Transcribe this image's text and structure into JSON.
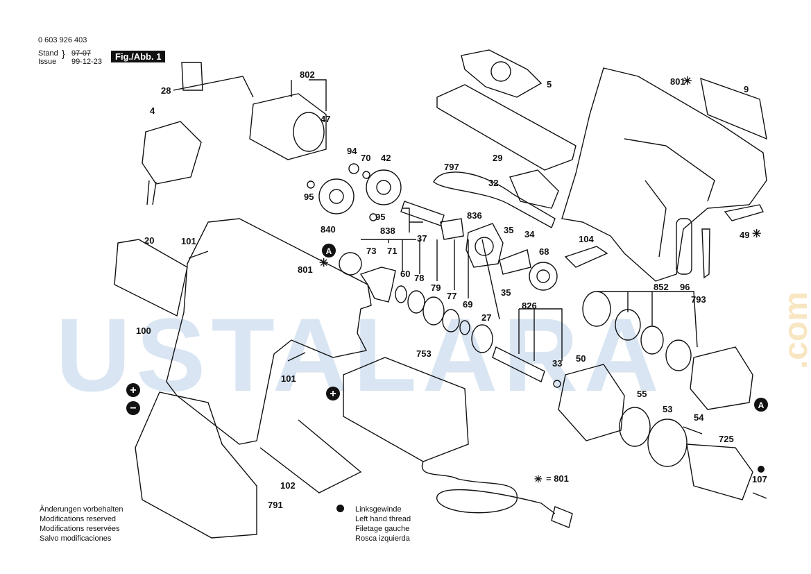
{
  "header": {
    "part_number": "0 603 926 403",
    "stand_label": "Stand",
    "issue_label": "Issue",
    "date_old": "97-07",
    "date_new": "99-12-23",
    "figure": "Fig./Abb. 1"
  },
  "watermark": {
    "text": "USTALARA",
    "suffix": ".com"
  },
  "notes": {
    "changes": [
      "Änderungen vorbehalten",
      "Modifications reserved",
      "Modifications reservées",
      "Salvo modificaciones"
    ],
    "left_thread": [
      "Linksgewinde",
      "Left hand thread",
      "Filetage gauche",
      "Rosca izquierda"
    ],
    "asterisk_note": "= 801"
  },
  "markers": {
    "a": "A"
  },
  "part_labels": [
    "802",
    "47",
    "28",
    "4",
    "94",
    "70",
    "42",
    "95",
    "95",
    "840",
    "838",
    "797",
    "32",
    "836",
    "37",
    "35",
    "34",
    "68",
    "35",
    "104",
    "20",
    "101",
    "73",
    "71",
    "60",
    "78",
    "79",
    "77",
    "69",
    "27",
    "826",
    "33",
    "801",
    "100",
    "101",
    "753",
    "50",
    "55",
    "53",
    "54",
    "725",
    "107",
    "791",
    "102",
    "852",
    "96",
    "793",
    "49",
    "5",
    "29",
    "801",
    "9"
  ],
  "colors": {
    "line": "#111111",
    "watermark_blue": "#78a0d2",
    "watermark_gold": "#f0c878"
  }
}
